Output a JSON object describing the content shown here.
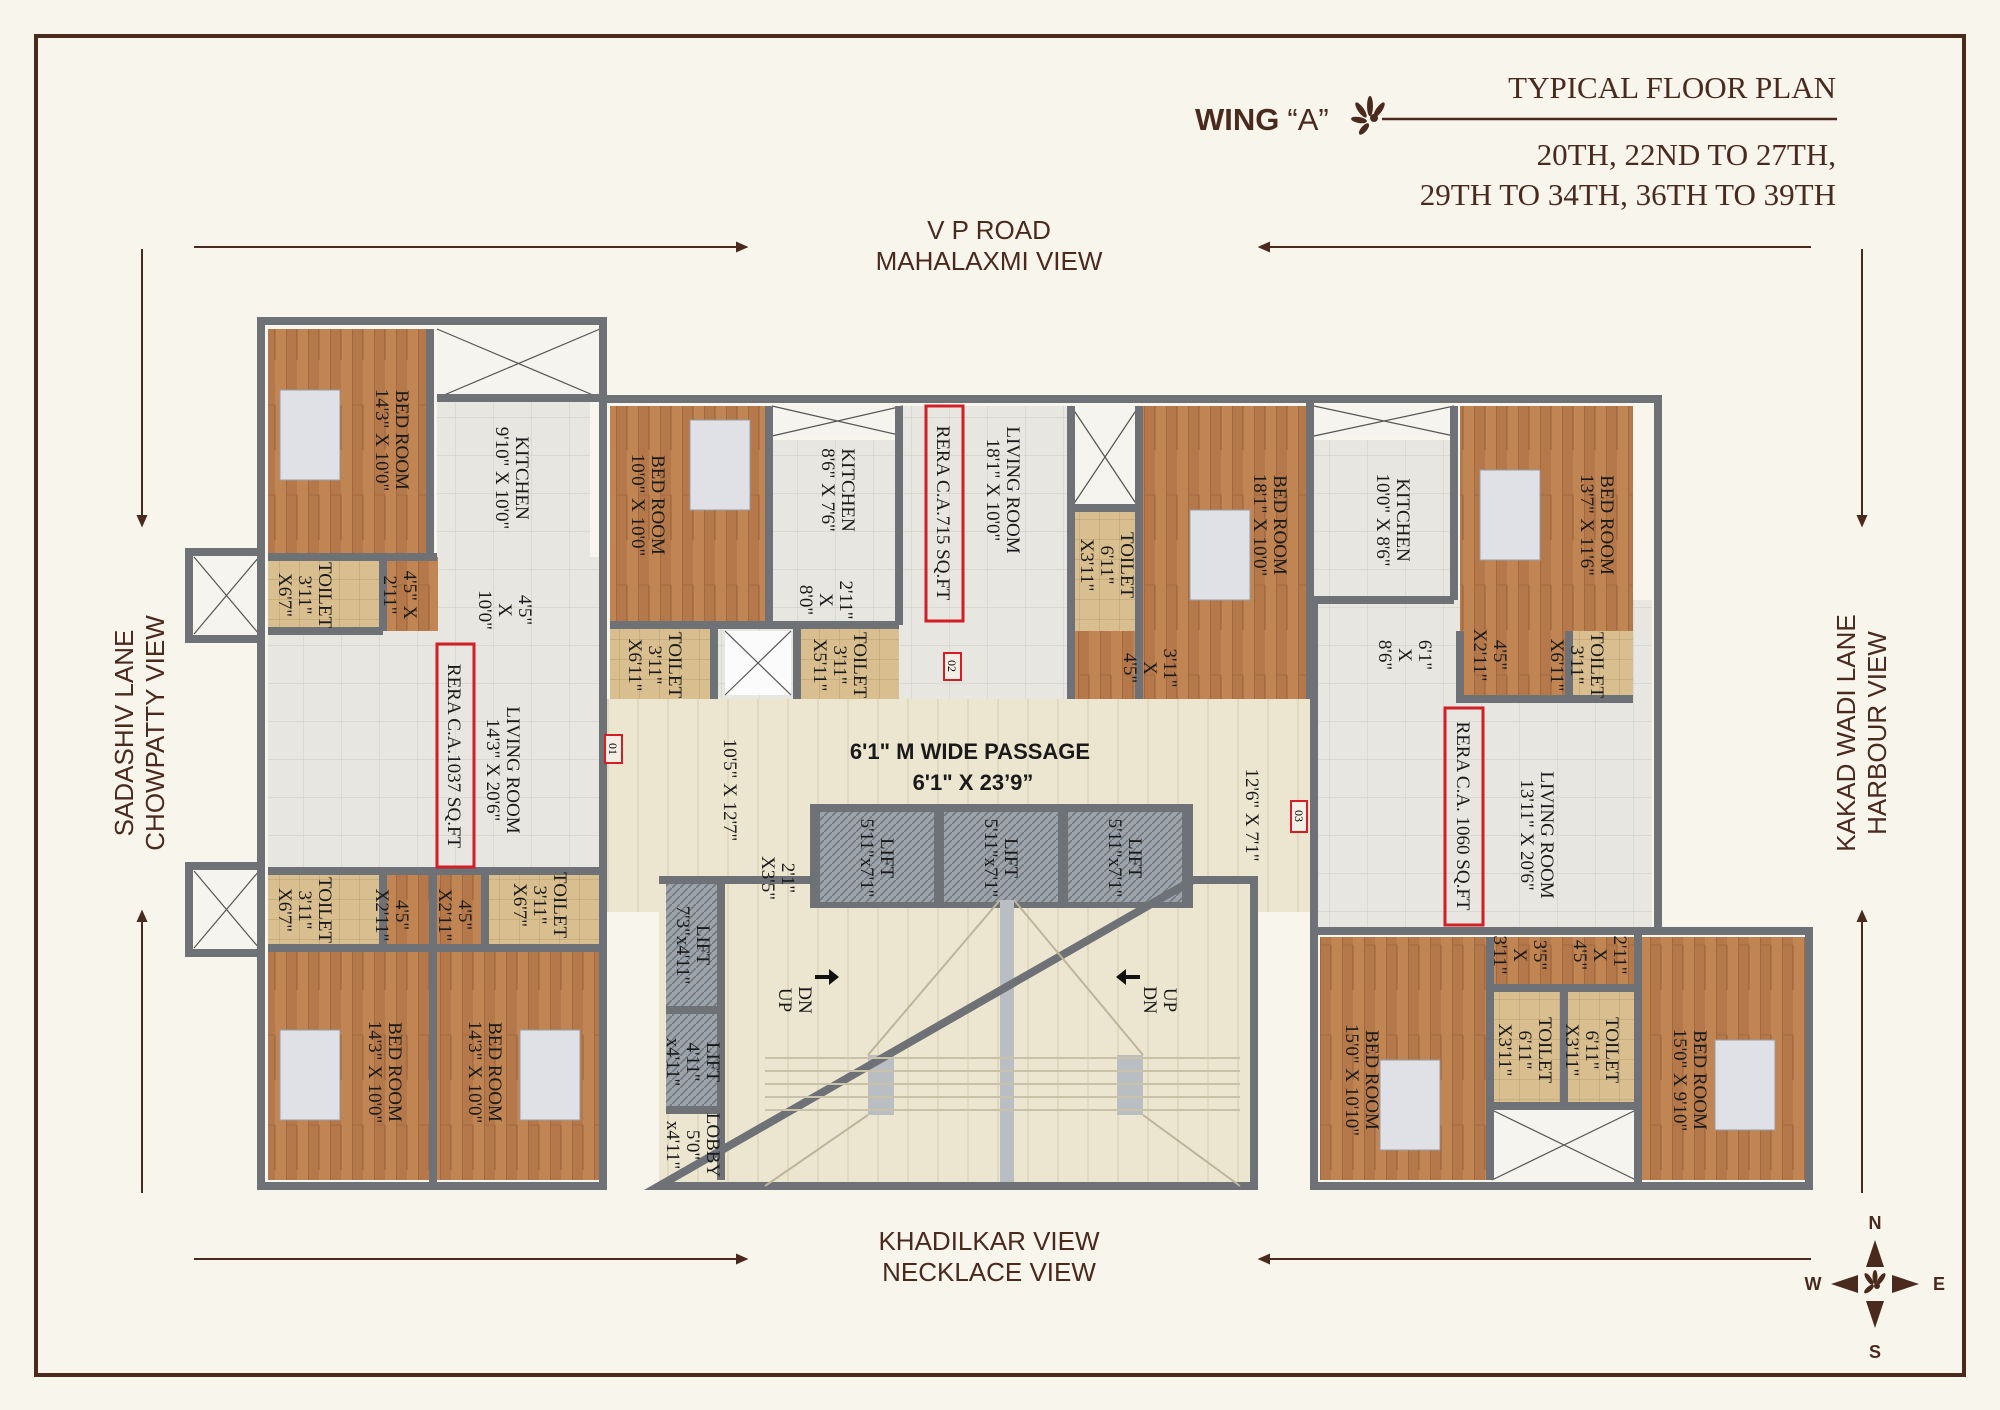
{
  "header": {
    "title": "TYPICAL FLOOR PLAN",
    "wing_label": "WING",
    "wing_name": "“A”",
    "floors_line1": "20TH, 22ND TO 27TH,",
    "floors_line2": "29TH TO 34TH, 36TH TO 39TH"
  },
  "views": {
    "top": [
      "V P ROAD",
      "MAHALAXMI VIEW"
    ],
    "bottom": [
      "KHADILKAR VIEW",
      "NECKLACE VIEW"
    ],
    "left": [
      "SADASHIV LANE",
      "CHOWPATTY VIEW"
    ],
    "right": [
      "KAKAD WADI LANE",
      "HARBOUR VIEW"
    ]
  },
  "compass": {
    "n": "N",
    "e": "E",
    "s": "S",
    "w": "W"
  },
  "colors": {
    "brand_brown": "#4b2a1e",
    "rera_red": "#d21f26",
    "wall": "#6e7176"
  },
  "flats": [
    {
      "number": "01",
      "rera": "RERA C.A.1037 SQ.FT"
    },
    {
      "number": "02",
      "rera": "RERA C.A.715 SQ.FT"
    },
    {
      "number": "03",
      "rera": "RERA C.A. 1060 SQ.FT"
    }
  ],
  "passage": {
    "title": "6'1\" M WIDE PASSAGE",
    "size": "6'1\" X 23’9”"
  },
  "labels": [
    {
      "lines": [
        "BED ROOM",
        "14'3\" X 10'0\""
      ]
    },
    {
      "lines": [
        "KITCHEN",
        "9'10\" X 10'0\""
      ]
    },
    {
      "lines": [
        "TOILET",
        "3'11\"",
        "X6'7\""
      ]
    },
    {
      "lines": [
        "4'5\" X",
        "2'11\""
      ]
    },
    {
      "lines": [
        "4'5\"",
        "X",
        "10'0\""
      ]
    },
    {
      "lines": [
        "LIVING ROOM",
        "14'3\" X 20'6\""
      ]
    },
    {
      "lines": [
        "TOILET",
        "3'11\"",
        "X6'7\""
      ]
    },
    {
      "lines": [
        "4'5\"",
        "X2'11\""
      ]
    },
    {
      "lines": [
        "4'5\"",
        "X2'11\""
      ]
    },
    {
      "lines": [
        "TOILET",
        "3'11\"",
        "X6'7\""
      ]
    },
    {
      "lines": [
        "BED ROOM",
        "14'3\" X 10'0\""
      ]
    },
    {
      "lines": [
        "BED ROOM",
        "14'3\" X 10'0\""
      ]
    },
    {
      "lines": [
        "BED ROOM",
        "10'0\" X 10'0\""
      ]
    },
    {
      "lines": [
        "TOILET",
        "3'11\"",
        "X6'11\""
      ]
    },
    {
      "lines": [
        "KITCHEN",
        "8'6\" X 7'6\""
      ]
    },
    {
      "lines": [
        "2'11\"",
        "X",
        "8'0\""
      ]
    },
    {
      "lines": [
        "TOILET",
        "3'11\"",
        "X5'11\""
      ]
    },
    {
      "lines": [
        "LIVING ROOM",
        "18'1\" X 10'0\""
      ]
    },
    {
      "lines": [
        "TOILET",
        "6'11\"",
        "X3'11\""
      ]
    },
    {
      "lines": [
        "BED ROOM",
        "18'1\" X 10'0\""
      ]
    },
    {
      "lines": [
        "3'11\"",
        "X",
        "4'5\""
      ]
    },
    {
      "lines": [
        "10'5\" X 12'7\""
      ]
    },
    {
      "lines": [
        "2'1\"",
        "X3'5\""
      ]
    },
    {
      "lines": [
        "LIFT",
        "5'11\"x7'1\""
      ]
    },
    {
      "lines": [
        "LIFT",
        "5'11\"x7'1\""
      ]
    },
    {
      "lines": [
        "LIFT",
        "5'11\"x7'1\""
      ]
    },
    {
      "lines": [
        "12'6\" X 7'1\""
      ]
    },
    {
      "lines": [
        "LIFT",
        "7'3\"x4'11\""
      ]
    },
    {
      "lines": [
        "LIFT",
        "4'11\"",
        "x4'11\""
      ]
    },
    {
      "lines": [
        "LOBBY",
        "5'0\"",
        "x4'11\""
      ]
    },
    {
      "lines": [
        "KITCHEN",
        "10'0\" X 8'6\""
      ]
    },
    {
      "lines": [
        "6'1\"",
        "X",
        "8'6\""
      ]
    },
    {
      "lines": [
        "BED ROOM",
        "13'7\" X 11'6\""
      ]
    },
    {
      "lines": [
        "4'5\"",
        "X2'11\""
      ]
    },
    {
      "lines": [
        "TOILET",
        "3'11\"",
        "X6'11\""
      ]
    },
    {
      "lines": [
        "LIVING ROOM",
        "13'11\" X 20'6\""
      ]
    },
    {
      "lines": [
        "3'5\"",
        "X",
        "3'11\""
      ]
    },
    {
      "lines": [
        "2'11\"",
        "X",
        "4'5\""
      ]
    },
    {
      "lines": [
        "BED ROOM",
        "15'0\" X 10'10\""
      ]
    },
    {
      "lines": [
        "TOILET",
        "6'11\"",
        "X3'11\""
      ]
    },
    {
      "lines": [
        "TOILET",
        "6'11\"",
        "X3'11\""
      ]
    },
    {
      "lines": [
        "BED ROOM",
        "15'0\" X 9'10\""
      ]
    },
    {
      "lines": [
        "DN",
        "UP"
      ]
    },
    {
      "lines": [
        "UP",
        "DN"
      ]
    }
  ]
}
